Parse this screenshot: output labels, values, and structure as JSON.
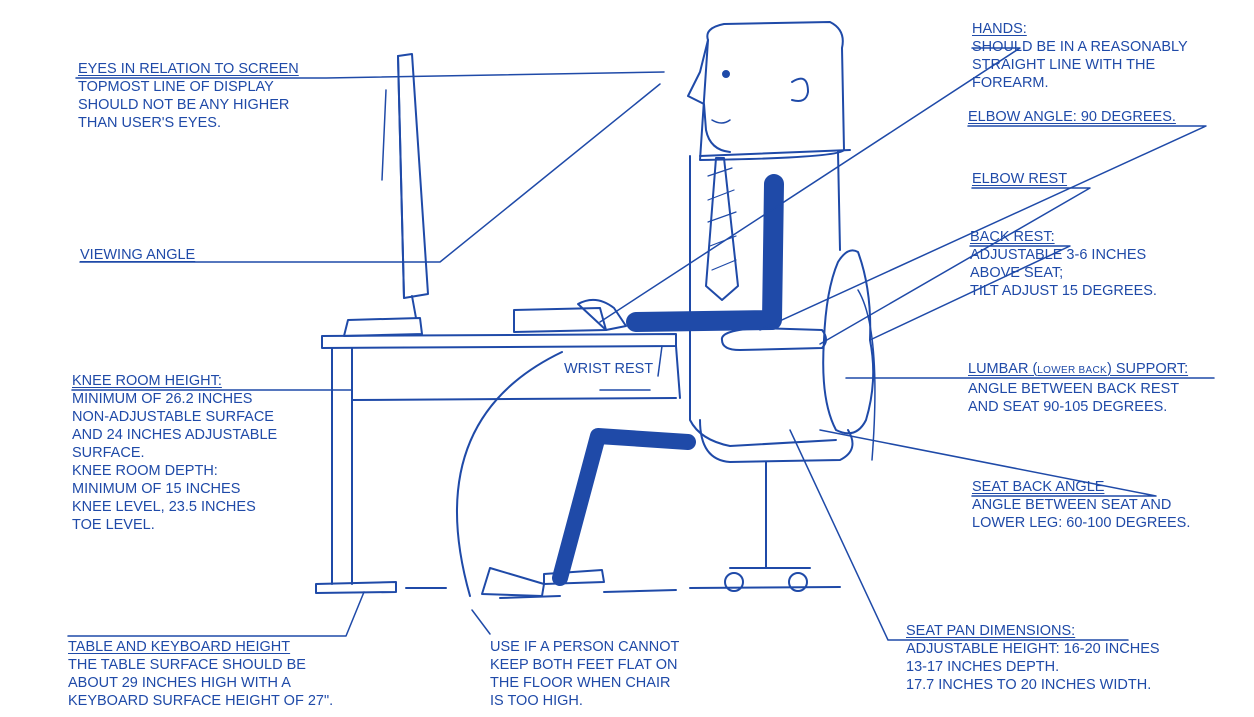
{
  "colors": {
    "ink": "#1f4aa8",
    "background": "#ffffff"
  },
  "labels": {
    "eyes": {
      "title": "EYES IN RELATION TO SCREEN",
      "lines": [
        "TOPMOST LINE OF DISPLAY",
        "SHOULD NOT BE ANY HIGHER",
        "THAN USER'S EYES."
      ]
    },
    "viewing_angle": {
      "title": "VIEWING ANGLE"
    },
    "knee_room": {
      "title": "KNEE ROOM HEIGHT:",
      "lines": [
        "MINIMUM OF 26.2 INCHES",
        "NON-ADJUSTABLE SURFACE",
        "AND 24 INCHES ADJUSTABLE",
        "SURFACE.",
        "KNEE ROOM DEPTH:",
        "MINIMUM OF 15 INCHES",
        "KNEE LEVEL, 23.5 INCHES",
        "TOE LEVEL."
      ]
    },
    "table_keyboard": {
      "title": "TABLE AND KEYBOARD HEIGHT",
      "lines": [
        "THE TABLE SURFACE SHOULD BE",
        "ABOUT 29 INCHES HIGH WITH A",
        "KEYBOARD SURFACE HEIGHT OF 27\"."
      ]
    },
    "footrest": {
      "lines": [
        "USE IF A PERSON CANNOT",
        "KEEP BOTH FEET FLAT ON",
        "THE FLOOR WHEN CHAIR",
        "IS TOO HIGH."
      ]
    },
    "wrist_rest": {
      "title": "WRIST REST"
    },
    "hands": {
      "title": "HANDS:",
      "lines": [
        "SHOULD BE IN A REASONABLY",
        "STRAIGHT LINE WITH THE",
        "FOREARM."
      ]
    },
    "elbow_angle": {
      "title": "ELBOW ANGLE: 90 DEGREES."
    },
    "elbow_rest": {
      "title": "ELBOW REST"
    },
    "back_rest": {
      "title": "BACK REST:",
      "lines": [
        "ADJUSTABLE 3-6 INCHES",
        "ABOVE SEAT;",
        "TILT ADJUST 15 DEGREES."
      ]
    },
    "lumbar": {
      "title_a": "LUMBAR (",
      "title_small": "LOWER BACK",
      "title_b": ") SUPPORT:",
      "lines": [
        "ANGLE BETWEEN BACK REST",
        "AND SEAT 90-105 DEGREES."
      ]
    },
    "seat_back": {
      "title": "SEAT BACK ANGLE",
      "lines": [
        "ANGLE BETWEEN SEAT AND",
        "LOWER LEG: 60-100 DEGREES."
      ]
    },
    "seat_pan": {
      "title": "SEAT PAN DIMENSIONS:",
      "lines": [
        "ADJUSTABLE HEIGHT: 16-20 INCHES",
        "13-17 INCHES DEPTH.",
        "17.7 INCHES TO 20 INCHES WIDTH."
      ]
    }
  }
}
